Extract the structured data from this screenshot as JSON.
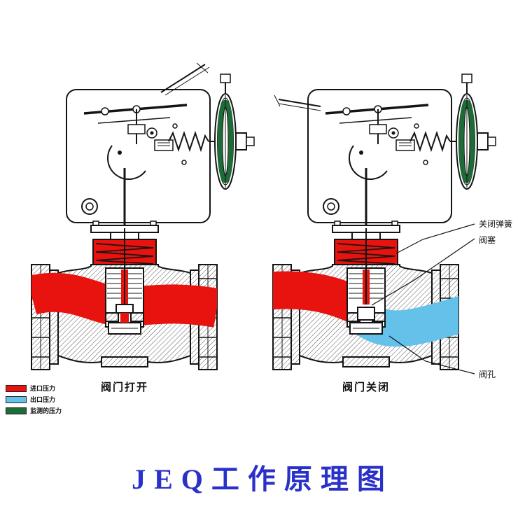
{
  "page": {
    "title": "JEQ工作原理图",
    "title_color": "#2a31c9",
    "background": "#ffffff"
  },
  "diagrams": {
    "open": {
      "caption": "阀门打开",
      "state": "open"
    },
    "closed": {
      "caption": "阀门关闭",
      "state": "closed"
    }
  },
  "legend": {
    "items": [
      {
        "label": "进口压力",
        "color": "#e8130e"
      },
      {
        "label": "出口压力",
        "color": "#63c1ea"
      },
      {
        "label": "监测的压力",
        "color": "#1d6b36"
      }
    ]
  },
  "callouts": {
    "closing_spring": "关闭弹簧",
    "valve_plug": "阀塞",
    "valve_orifice": "阀孔"
  },
  "colors": {
    "inlet_pressure": "#e8130e",
    "outlet_pressure": "#63c1ea",
    "monitored_pressure": "#1d6b36",
    "line": "#141414"
  }
}
